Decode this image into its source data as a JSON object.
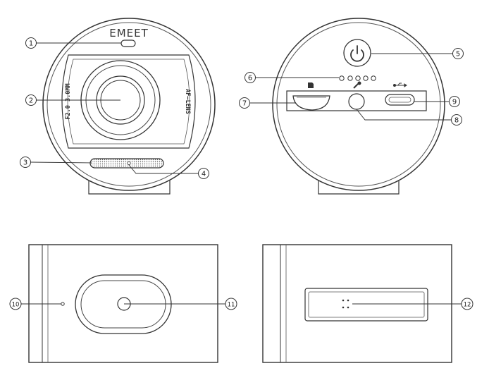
{
  "brand": "EMEET",
  "lens_left_text": "F2.0 3.0MM",
  "lens_right_text": "AF—LENS",
  "callouts": [
    "1",
    "2",
    "3",
    "4",
    "5",
    "6",
    "7",
    "8",
    "9",
    "10",
    "11",
    "12"
  ]
}
